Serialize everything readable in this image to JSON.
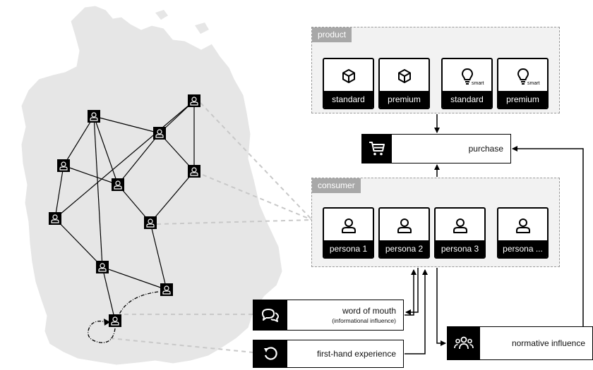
{
  "product": {
    "tag": "product",
    "items": [
      {
        "label": "standard",
        "icon": "cube-icon"
      },
      {
        "label": "premium",
        "icon": "cube-icon"
      },
      {
        "label": "standard",
        "icon": "smart-bulb-icon",
        "badge": "smart"
      },
      {
        "label": "premium",
        "icon": "smart-bulb-icon",
        "badge": "smart"
      }
    ]
  },
  "purchase": {
    "label": "purchase",
    "icon": "cart-icon"
  },
  "consumer": {
    "tag": "consumer",
    "items": [
      {
        "label": "persona 1",
        "icon": "person-icon"
      },
      {
        "label": "persona 2",
        "icon": "person-icon"
      },
      {
        "label": "persona 3",
        "icon": "person-icon"
      },
      {
        "label": "persona ...",
        "icon": "person-icon"
      }
    ]
  },
  "word_of_mouth": {
    "label": "word of mouth",
    "sublabel": "(informational influence)",
    "icon": "chat-icon"
  },
  "first_hand": {
    "label": "first-hand experience",
    "icon": "replay-icon"
  },
  "normative": {
    "label": "normative influence",
    "icon": "group-icon"
  },
  "colors": {
    "background_map": "#e6e6e6",
    "group_tag": "#a8a8a8",
    "accent": "#000000"
  }
}
